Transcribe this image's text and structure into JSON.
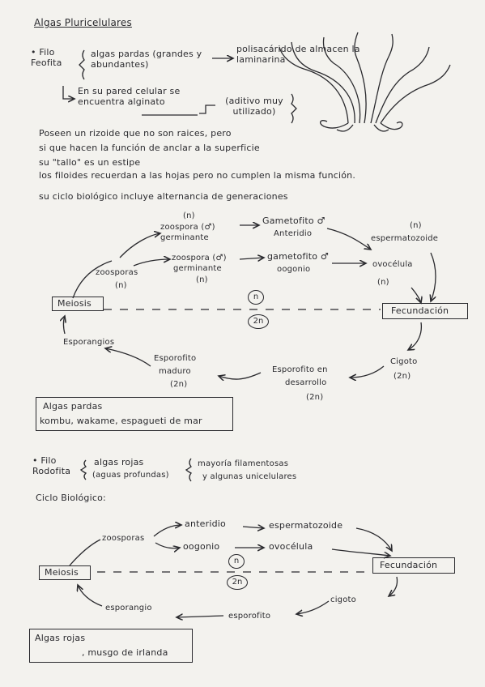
{
  "page_title": "Algas Pluricelulares",
  "filo1": {
    "label": "• Filo Feofita",
    "group": "algas pardas (grandes y abundantes)",
    "polysaccharide": "polisacárido de almacen la laminarina",
    "wall": "En su pared celular se encuentra alginato",
    "additive": "(aditivo muy utilizado)",
    "text1": "Poseen un rizoide que no son raices, pero",
    "text2": "si que hacen la función de anclar a la superficie",
    "text3": "su \"tallo\" es un estipe",
    "text4": "los filoides recuerdan a las hojas pero no cumplen la misma función.",
    "cycle_intro": "su ciclo biológico incluye alternancia de generaciones"
  },
  "cycle1": {
    "n_top": "(n)",
    "zoospora_m1": "zoospora (♂)",
    "zoospora_m2": "germinante",
    "gametofito_m1": "Gametofito ♂",
    "gametofito_m2": "Anteridio",
    "esperm_n": "(n)",
    "espermatozoide": "espermatozoide",
    "zoospora_f1": "zoospora (♂)",
    "zoospora_f2": "germinante",
    "zoospora_f_n": "(n)",
    "gametofito_f1": "gametofito ♂",
    "gametofito_f2": "oogonio",
    "ovocelula": "ovocélula",
    "ovocelula_n": "(n)",
    "zoosporas": "zoosporas",
    "zoosporas_n": "(n)",
    "meiosis": "Meiosis",
    "n": "n",
    "two_n": "2n",
    "fecundacion": "Fecundación",
    "esporangios": "Esporangios",
    "esporofito_maduro1": "Esporofito",
    "esporofito_maduro2": "maduro",
    "esporofito_maduro_n": "(2n)",
    "esporofito_des1": "Esporofito en",
    "esporofito_des2": "desarrollo",
    "esporofito_des_n": "(2n)",
    "cigoto": "Cigoto",
    "cigoto_n": "(2n)"
  },
  "box1": {
    "line1": "Algas pardas",
    "line2": "kombu, wakame, espagueti de mar"
  },
  "filo2": {
    "label": "• Filo Rodofita",
    "group1": "algas rojas",
    "group2": "(aguas profundas)",
    "morph1": "mayoría filamentosas",
    "morph2": "y algunas unicelulares",
    "cycle_title": "Ciclo Biológico:"
  },
  "cycle2": {
    "anteridio": "anteridio",
    "espermatozoide": "espermatozoide",
    "zoosporas": "zoosporas",
    "oogonio": "oogonio",
    "ovocelula": "ovocélula",
    "meiosis": "Meiosis",
    "n": "n",
    "two_n": "2n",
    "fecundacion": "Fecundación",
    "esporangio": "esporangio",
    "esporofito": "esporofito",
    "cigoto": "cigoto"
  },
  "box2": {
    "line1": "Algas rojas",
    "line2": ", musgo de irlanda"
  }
}
